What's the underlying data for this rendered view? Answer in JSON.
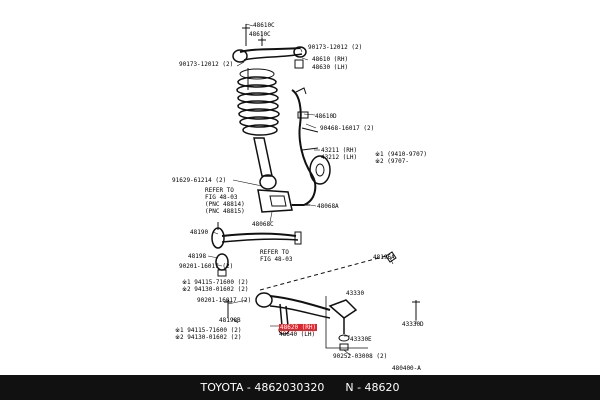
{
  "colors": {
    "background": "#ffffff",
    "line_art": "#111111",
    "highlight": "#e0262c",
    "footer_bg": "#111111",
    "footer_text": "#ffffff"
  },
  "callouts": {
    "c48610c_a": "48610C",
    "c48610c_b": "48610C",
    "c90173_top": "90173-12012 (2)",
    "c90173_left": "90173-12012 (2)",
    "c48610": "48610 (RH)",
    "c48630": "48630 (LH)",
    "c48610d": "48610D",
    "c90468": "90468-16017 (2)",
    "c43211": "43211 (RH)",
    "c43212": "43212 (LH)",
    "c9410": "※1 (9410-9707)",
    "c9707": "※2 (9707-",
    "c91629": "91629-61214 (2)",
    "refer1_a": "REFER TO",
    "refer1_b": "FIG 48-03",
    "pnc1": "(PNC 48814)",
    "pnc2": "(PNC 48815)",
    "c48068a": "48068A",
    "c48068c": "48068C",
    "c48190": "48190",
    "refer2_a": "REFER TO",
    "refer2_b": "FIG 48-03",
    "c48198": "48198",
    "c48196a": "48196A",
    "c90201_a": "90201-16017 (2)",
    "c94115_a": "※1 94115-71600 (2)",
    "c94130_a": "※2 94130-01602 (2)",
    "c90201_b": "90201-16017 (2)",
    "c48198b": "48198B",
    "c43330": "43330",
    "c48620": "48620 (RH)",
    "c48640": "48640 (LH)",
    "c43330d": "43330D",
    "c94115_b": "※1 94115-71600 (2)",
    "c94130_b": "※2 94130-01602 (2)",
    "c43330e": "43330E",
    "c90252": "90252-03008 (2)",
    "c480400": "480400-A"
  },
  "footer": {
    "text": "TOYOTA - 4862030320      N - 48620"
  }
}
